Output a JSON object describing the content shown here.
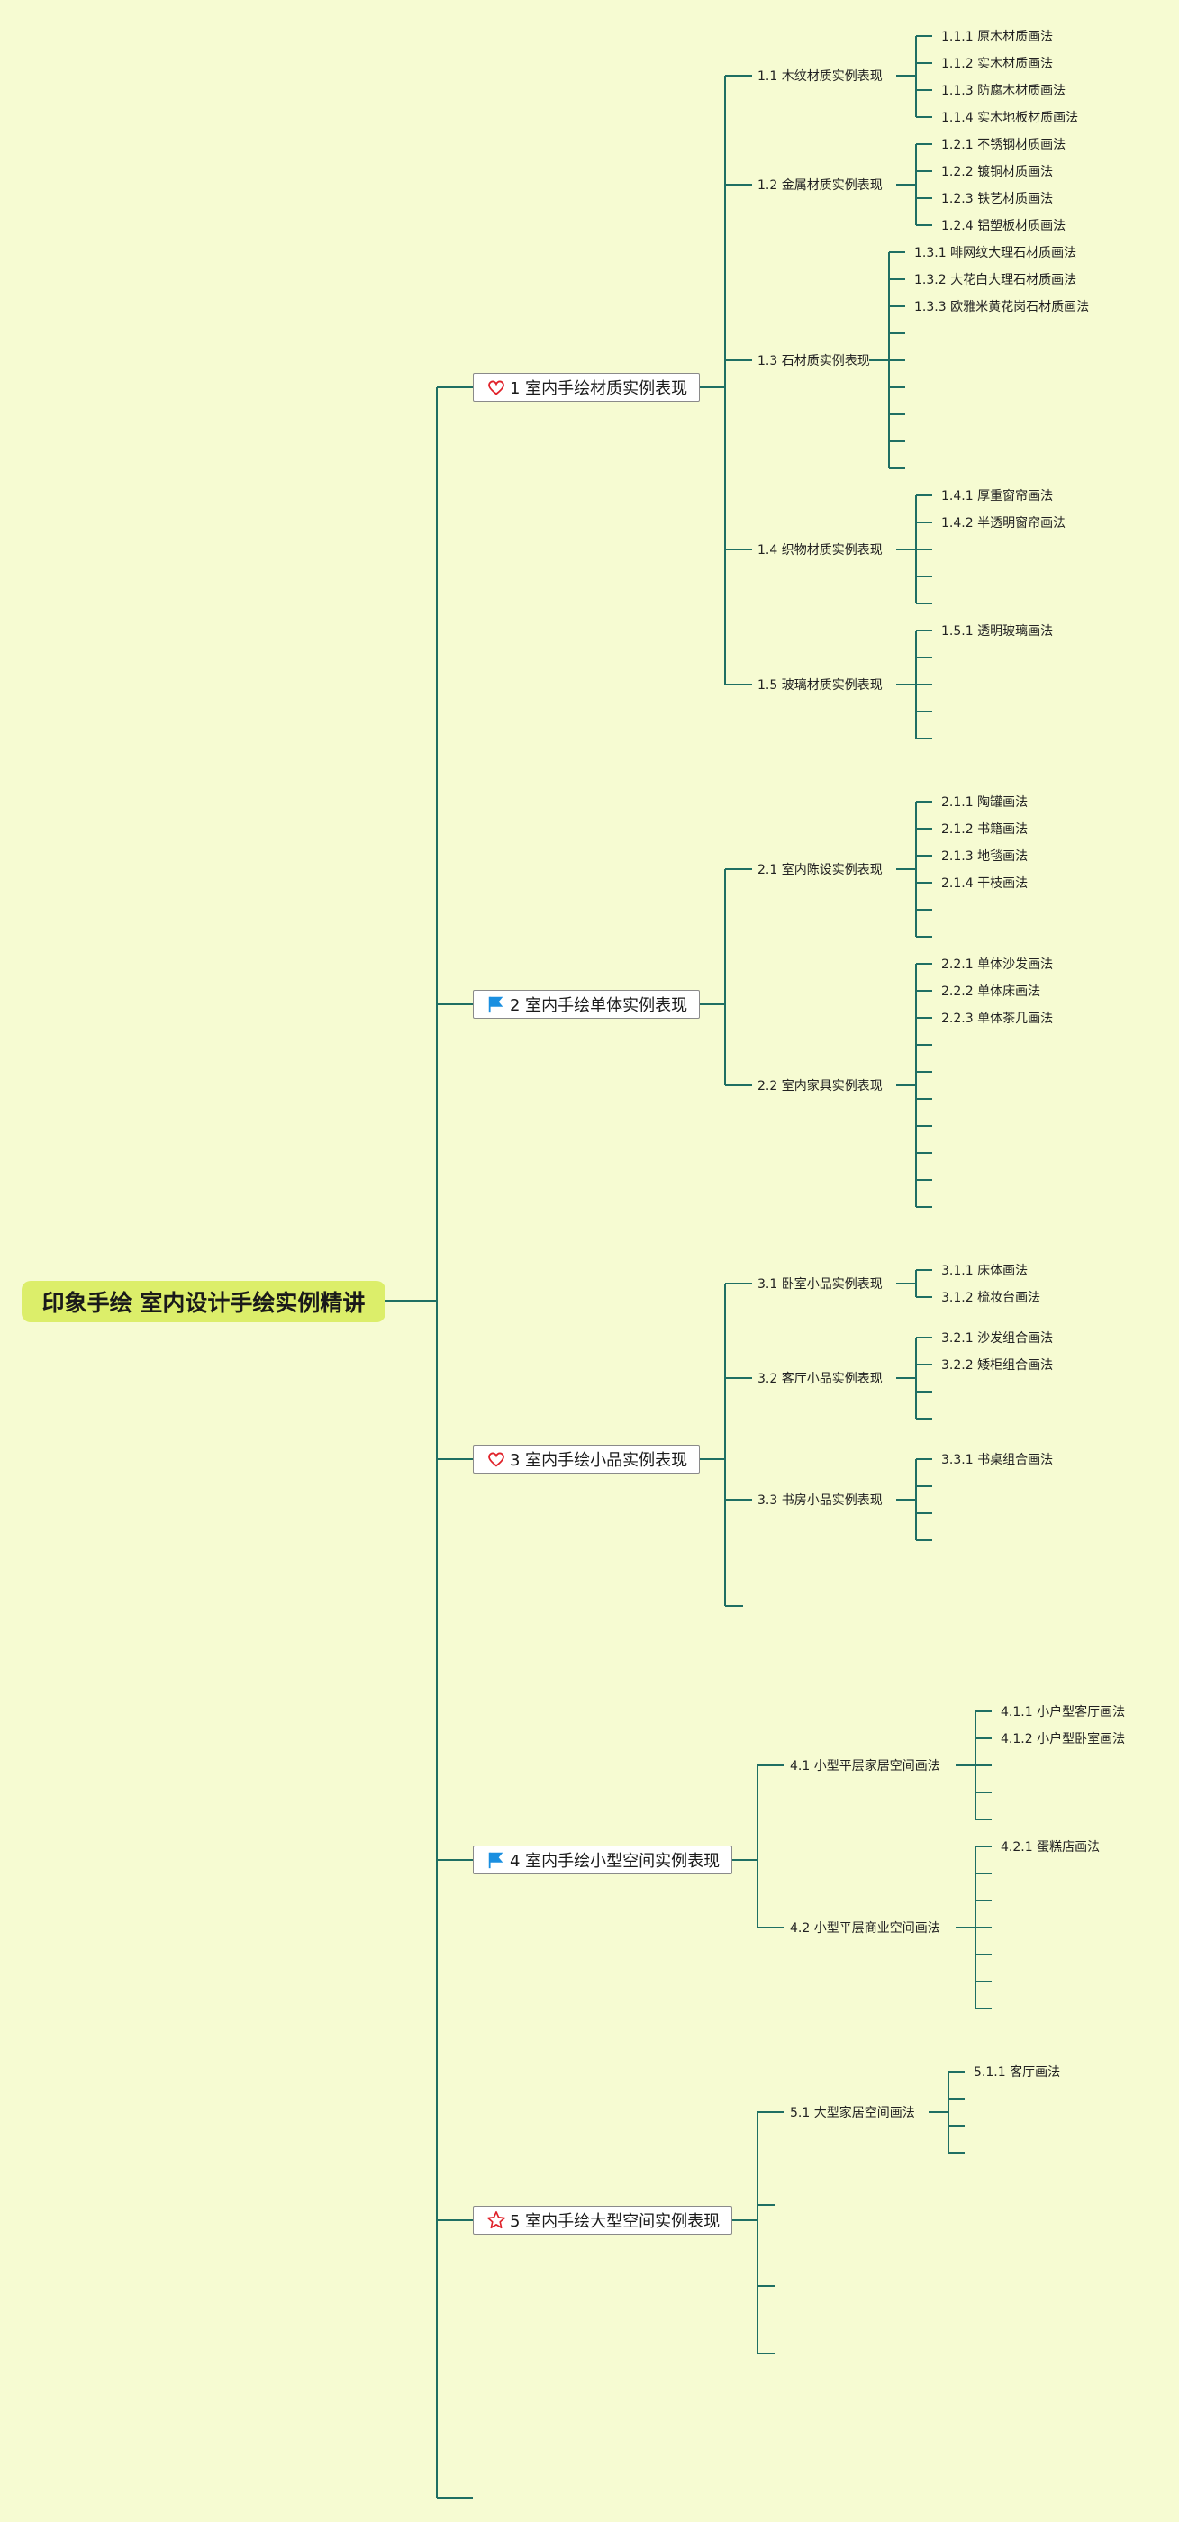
{
  "root": {
    "title": "印象手绘 室内设计手绘实例精讲"
  },
  "branches": [
    {
      "label": "1 室内手绘材质实例表现",
      "icon": "heart-icon",
      "children": [
        {
          "label": "1.1 木纹材质实例表现",
          "leaves": [
            "1.1.1 原木材质画法",
            "1.1.2 实木材质画法",
            "1.1.3 防腐木材质画法",
            "1.1.4 实木地板材质画法"
          ]
        },
        {
          "label": "1.2 金属材质实例表现",
          "leaves": [
            "1.2.1 不锈钢材质画法",
            "1.2.2 镀铜材质画法",
            "1.2.3 铁艺材质画法",
            "1.2.4 铝塑板材质画法"
          ]
        },
        {
          "label": "1.3 石材质实例表现",
          "leaves": [
            "1.3.1 啡网纹大理石材质画法",
            "1.3.2 大花白大理石材质画法",
            "1.3.3 欧雅米黄花岗石材质画法",
            "",
            "",
            "",
            "",
            "",
            ""
          ]
        },
        {
          "label": "1.4 织物材质实例表现",
          "leaves": [
            "1.4.1 厚重窗帘画法",
            "1.4.2 半透明窗帘画法",
            "",
            "",
            ""
          ]
        },
        {
          "label": "1.5 玻璃材质实例表现",
          "leaves": [
            "1.5.1 透明玻璃画法",
            "",
            "",
            "",
            ""
          ]
        }
      ]
    },
    {
      "label": "2 室内手绘单体实例表现",
      "icon": "flag-icon",
      "children": [
        {
          "label": "2.1 室内陈设实例表现",
          "leaves": [
            "2.1.1 陶罐画法",
            "2.1.2 书籍画法",
            "2.1.3 地毯画法",
            "2.1.4 干枝画法",
            "",
            ""
          ]
        },
        {
          "label": "2.2 室内家具实例表现",
          "leaves": [
            "2.2.1 单体沙发画法",
            "2.2.2 单体床画法",
            "2.2.3 单体茶几画法",
            "",
            "",
            "",
            "",
            "",
            "",
            ""
          ]
        }
      ]
    },
    {
      "label": "3 室内手绘小品实例表现",
      "icon": "heart-icon",
      "children": [
        {
          "label": "3.1 卧室小品实例表现",
          "leaves": [
            "3.1.1 床体画法",
            "3.1.2 梳妆台画法"
          ]
        },
        {
          "label": "3.2 客厅小品实例表现",
          "leaves": [
            "3.2.1 沙发组合画法",
            "3.2.2 矮柜组合画法",
            "",
            ""
          ]
        },
        {
          "label": "3.3 书房小品实例表现",
          "leaves": [
            "3.3.1 书桌组合画法",
            "",
            "",
            ""
          ]
        },
        {
          "label": "",
          "leaves": []
        }
      ]
    },
    {
      "label": "4 室内手绘小型空间实例表现",
      "icon": "flag-icon",
      "children": [
        {
          "label": "4.1 小型平层家居空间画法",
          "leaves": [
            "4.1.1 小户型客厅画法",
            "4.1.2 小户型卧室画法",
            "",
            "",
            ""
          ]
        },
        {
          "label": "4.2 小型平层商业空间画法",
          "leaves": [
            "4.2.1 蛋糕店画法",
            "",
            "",
            "",
            "",
            "",
            ""
          ]
        }
      ]
    },
    {
      "label": "5 室内手绘大型空间实例表现",
      "icon": "star-icon",
      "children": [
        {
          "label": "5.1 大型家居空间画法",
          "leaves": [
            "5.1.1 客厅画法",
            "",
            "",
            ""
          ]
        },
        {
          "label": "",
          "leaves": []
        },
        {
          "label": "",
          "leaves": []
        },
        {
          "label": "",
          "leaves": []
        }
      ]
    },
    {
      "label": "",
      "icon": "",
      "children": []
    }
  ],
  "colors": {
    "background": "#f6fbd2",
    "line": "#1f6f63",
    "root": "#dcee6a",
    "heart": "#e0222a",
    "flag": "#1a8fe0",
    "star": "#e0222a"
  }
}
